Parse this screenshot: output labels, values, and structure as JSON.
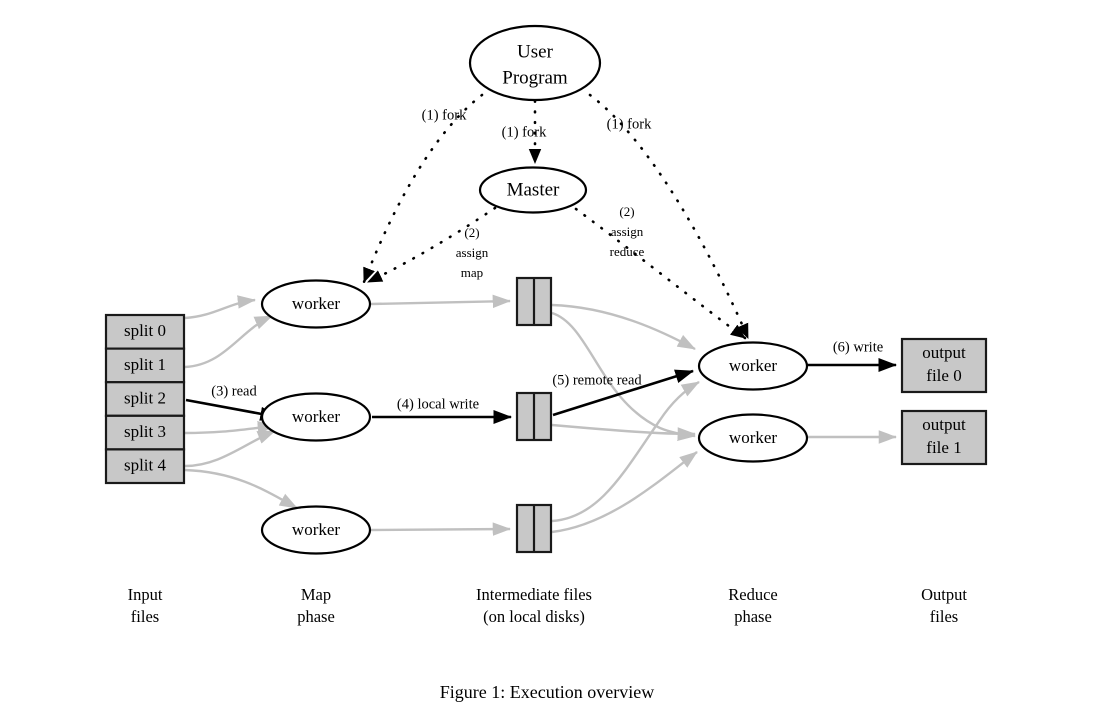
{
  "figure": {
    "caption": "Figure 1: Execution overview",
    "colors": {
      "box_fill": "#c8c8c8",
      "box_stroke": "#1a1a1a",
      "ellipse_fill": "#ffffff",
      "ellipse_stroke": "#000000",
      "edge_grey": "#c0c0c0",
      "edge_black": "#000000",
      "background": "#ffffff"
    }
  },
  "nodes": {
    "user_program": {
      "label_line1": "User",
      "label_line2": "Program"
    },
    "master": {
      "label": "Master"
    },
    "map_workers": [
      {
        "label": "worker"
      },
      {
        "label": "worker"
      },
      {
        "label": "worker"
      }
    ],
    "reduce_workers": [
      {
        "label": "worker"
      },
      {
        "label": "worker"
      }
    ],
    "input_splits": [
      {
        "label": "split 0"
      },
      {
        "label": "split 1"
      },
      {
        "label": "split 2"
      },
      {
        "label": "split 3"
      },
      {
        "label": "split 4"
      }
    ],
    "intermediate_files": [
      {
        "name": "intermediate-file-box-1"
      },
      {
        "name": "intermediate-file-box-2"
      },
      {
        "name": "intermediate-file-box-3"
      }
    ],
    "output_files": [
      {
        "label_line1": "output",
        "label_line2": "file 0"
      },
      {
        "label_line1": "output",
        "label_line2": "file 1"
      }
    ]
  },
  "step_labels": {
    "fork_left": "(1) fork",
    "fork_center": "(1) fork",
    "fork_right": "(1) fork",
    "assign_map_line1": "(2)",
    "assign_map_line2": "assign",
    "assign_map_line3": "map",
    "assign_reduce_line1": "(2)",
    "assign_reduce_line2": "assign",
    "assign_reduce_line3": "reduce",
    "read": "(3) read",
    "local_write": "(4) local write",
    "remote_read": "(5) remote read",
    "write": "(6) write"
  },
  "column_labels": [
    {
      "line1": "Input",
      "line2": "files"
    },
    {
      "line1": "Map",
      "line2": "phase"
    },
    {
      "line1": "Intermediate files",
      "line2": "(on local disks)"
    },
    {
      "line1": "Reduce",
      "line2": "phase"
    },
    {
      "line1": "Output",
      "line2": "files"
    }
  ]
}
